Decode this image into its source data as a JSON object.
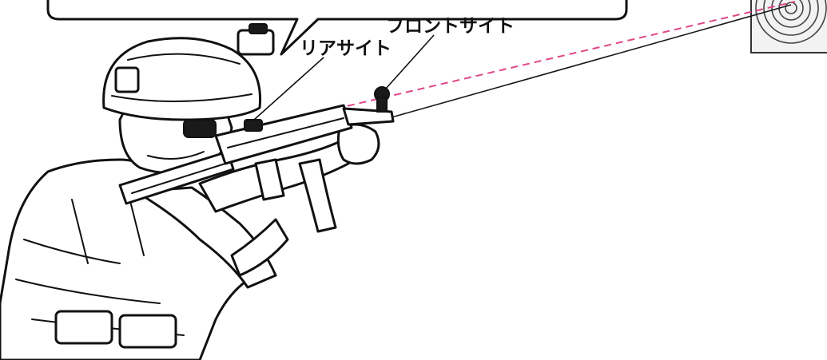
{
  "labels": {
    "front_sight": "フロントサイト",
    "rear_sight": "リアサイト"
  },
  "icons": {
    "soldier": "soldier-aiming-illustration",
    "rifle": "submachine-gun-illustration",
    "target": "bullseye-target-icon",
    "speech_bubble": "speech-bubble"
  },
  "colors": {
    "sight_line": "#e0478a",
    "line_of_fire": "#1a1a1a",
    "ink": "#111111",
    "background": "#ffffff"
  }
}
